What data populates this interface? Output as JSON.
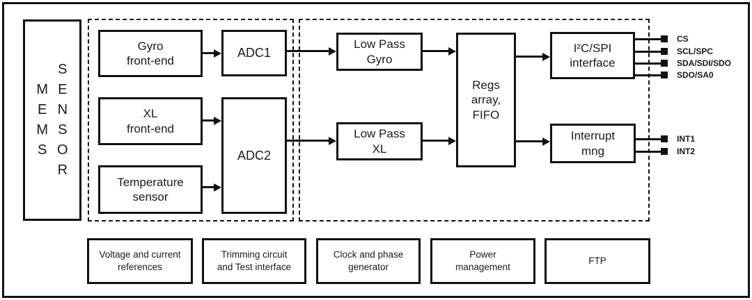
{
  "mems": {
    "col_left": "M\nE\nM\nS",
    "col_right": "S\nE\nN\nS\nO\nR"
  },
  "blocks": {
    "gyro_front_end": "Gyro\nfront-end",
    "adc1": "ADC1",
    "xl_front_end": "XL\nfront-end",
    "adc2": "ADC2",
    "temp_sensor": "Temperature\nsensor",
    "low_pass_gyro": "Low Pass\nGyro",
    "low_pass_xl": "Low Pass\nXL",
    "regs_array": "Regs\narray,\nFIFO",
    "i2c_spi": "I²C/SPI\ninterface",
    "interrupt_mng": "Interrupt\nmng",
    "voltage_refs": "Voltage and current\nreferences",
    "trimming": "Trimming circuit\nand Test interface",
    "clock_phase": "Clock and phase\ngenerator",
    "power_mgmt": "Power\nmanagement",
    "ftp": "FTP"
  },
  "pins": {
    "cs": "CS",
    "scl": "SCL/SPC",
    "sda": "SDA/SDI/SDO",
    "sdo": "SDO/SA0",
    "int1": "INT1",
    "int2": "INT2"
  },
  "colors": {
    "line": "#111111",
    "background": "#ffffff"
  }
}
